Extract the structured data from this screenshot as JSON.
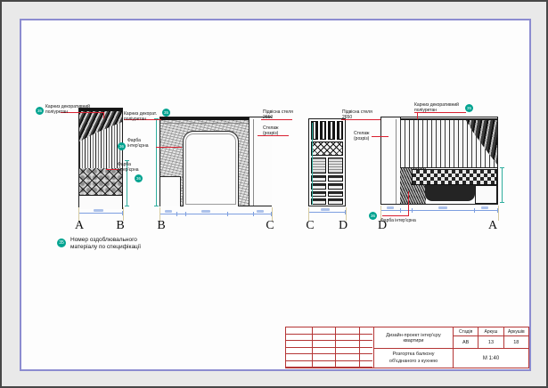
{
  "drawing": {
    "annotations": {
      "cornice_left": {
        "num": "35",
        "line1": "Карниз декоративний",
        "line2": "поліуретан"
      },
      "cornice_mid": {
        "num": "35",
        "line1": "Карниз декорат.",
        "line2": "поліуретан"
      },
      "paint_mid_upper": {
        "num": "36",
        "line1": "Фарба",
        "line2": "інтер'єрна"
      },
      "paint_mid_lower": {
        "num": "36",
        "line1": "Фарба",
        "line2": "інтер'єрна"
      },
      "ceiling_left": {
        "line1": "Підвісна стеля",
        "line2": "2650"
      },
      "shelf_cut_left": {
        "line1": "Стелаж",
        "line2": "(розріз)"
      },
      "ceiling_right": {
        "line1": "Підвісна стеля",
        "line2": "2650"
      },
      "shelf_cut_right": {
        "line1": "Стелаж",
        "line2": "(розріз)"
      },
      "cornice_right": {
        "num": "35",
        "line1": "Карниз декоративний",
        "line2": "поліуретан"
      },
      "paint_right": {
        "num": "36",
        "label": "Фарба інтер'єрна"
      },
      "legend_note": {
        "num": "35",
        "line1": "Номер оздоблювального",
        "line2": "матеріалу по специфікації"
      }
    },
    "axis_letters": [
      "A",
      "B",
      "B",
      "C",
      "C",
      "D",
      "D",
      "A"
    ]
  },
  "title_block": {
    "project_title": "Дизайн-проект інтер'єру квартири",
    "drawing_title": "Розгортка балкону об'єднаного з кухнею",
    "stage_label": "Стадія",
    "sheet_label": "Аркуш",
    "sheets_label": "Аркушів",
    "stage_value": "АВ",
    "sheet_value": "13",
    "sheets_value": "18",
    "scale": "М 1:40"
  },
  "colors": {
    "accent_teal": "#00a390",
    "leader_red": "#d92030",
    "dim_blue": "#7d9fe0",
    "dim_teal": "#2fae9e",
    "sheet_border_purple": "#8c8cd0",
    "title_block_red": "#b43535"
  }
}
